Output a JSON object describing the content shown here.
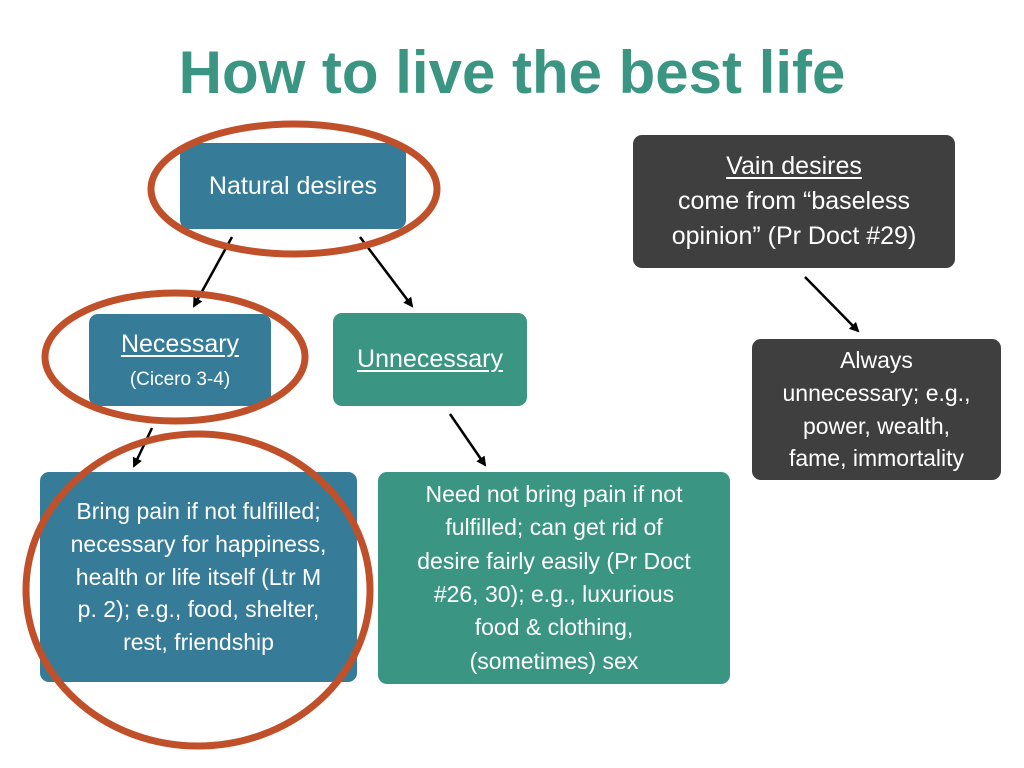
{
  "title": "How to live the best life",
  "boxes": {
    "natural": "Natural desires",
    "vain_line1": "Vain desires",
    "vain_line2": "come from “baseless",
    "vain_line3": "opinion” (Pr Doct #29)",
    "necessary": "Necessary",
    "necessary_sub": "(Cicero 3-4)",
    "unnecessary": "Unnecessary",
    "always_line1": "Always",
    "always_line2": "unnecessary; e.g.,",
    "always_line3": "power, wealth,",
    "always_line4": "fame, immortality",
    "bring_line1": "Bring pain if not fulfilled;",
    "bring_line2": "necessary for happiness,",
    "bring_line3": "health or life itself  (Ltr M",
    "bring_line4": "p. 2); e.g., food, shelter,",
    "bring_line5": "rest, friendship",
    "need_line1": "Need not bring pain if not",
    "need_line2": "fulfilled; can get rid of",
    "need_line3": "desire fairly easily (Pr Doct",
    "need_line4": "#26, 30); e.g., luxurious",
    "need_line5": "food & clothing,",
    "need_line6": "(sometimes) sex"
  },
  "colors": {
    "title": "#3b9583",
    "blue_box": "#367c99",
    "green_box": "#3b9583",
    "dark_box": "#3f3f3f",
    "highlight_circle": "#c0502a",
    "arrow": "#000000"
  }
}
